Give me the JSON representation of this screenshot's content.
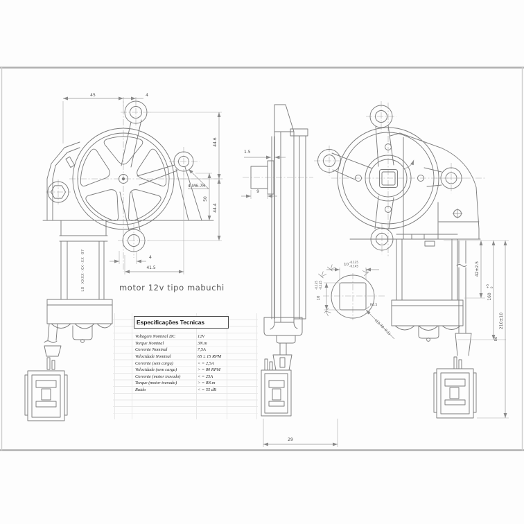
{
  "labels": {
    "caption": "motor 12v tipo mabuchi",
    "motor_marking": "LD XXXX-XX-XX 07"
  },
  "dimensions": {
    "top_45": "45",
    "top_4": "4",
    "right_44_6": "44.6",
    "right_44_4": "44.4",
    "right_50": "50",
    "bolt_callout": "4-M6-7H",
    "bottom_4": "4",
    "bottom_41_5": "41.5",
    "side_1_5": "1.5",
    "side_9": "9",
    "side_29": "29",
    "rv_42": "42±2.5",
    "rv_160": "160",
    "rv_160_sup": "+5",
    "rv_160_sub": "0",
    "rv_86": "86",
    "rv_210": "210±10",
    "sq_10_top": "10",
    "sq_tol_sup": "-0.135",
    "sq_tol_sub": "-0.145",
    "sq_10_left": "10",
    "sq_tol_sup_l": "-0.135",
    "sq_tol_sub_l": "-0.145",
    "sq_diag": "(13.70 -0.1)",
    "sq_fillet": "R0.5"
  },
  "table": {
    "title": "Especificações Tecnicas",
    "rows": [
      {
        "label": "Voltagem Nominal DC",
        "value": "12V"
      },
      {
        "label": "Torque Nominal",
        "value": "3N.m"
      },
      {
        "label": "Corrente Nominal",
        "value": "7,5A"
      },
      {
        "label": "Velocidade Nominal",
        "value": "65 ± 15 RPM"
      },
      {
        "label": "Corrente (sem carga)",
        "value": "< = 2,5A"
      },
      {
        "label": "Velocidade (sem carga)",
        "value": "> = 80 RPM"
      },
      {
        "label": "Corrente (motor travado)",
        "value": "< = 25A"
      },
      {
        "label": "Torque (motor travado)",
        "value": "> = 8N.m"
      },
      {
        "label": "Ruido",
        "value": "< = 55 dB"
      }
    ]
  }
}
